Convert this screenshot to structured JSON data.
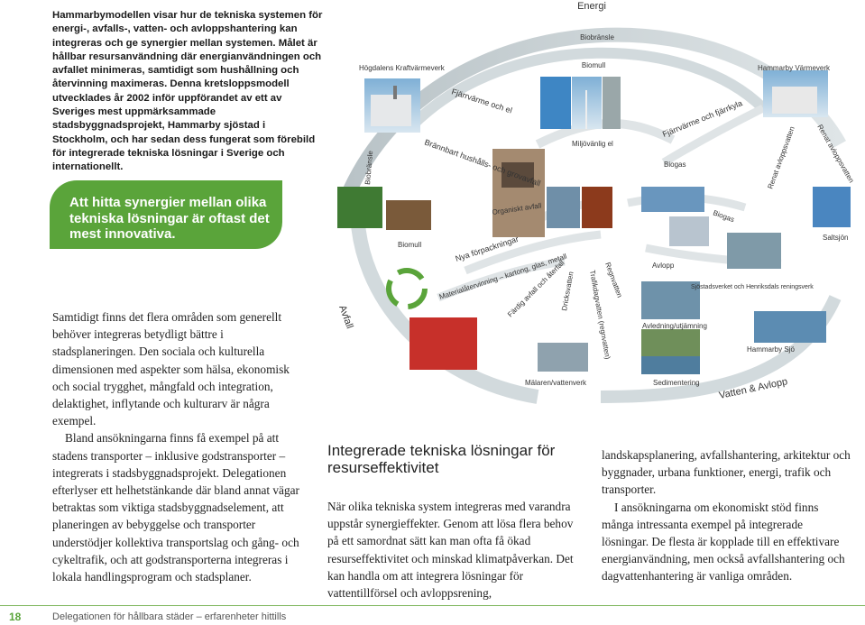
{
  "intro_text": "Hammarbymodellen visar hur de tekniska systemen för energi-, avfalls-, vatten- och avloppshantering kan integreras och ge synergier mellan systemen. Målet är hållbar resursanvändning där energianvändningen och avfallet minimeras, samtidigt som hushållning och återvinning maximeras. Denna kretsloppsmodell utvecklades år 2002 inför uppförandet av ett av Sveriges mest uppmärksammade stadsbyggnadsprojekt, Hammarby sjöstad i Stockholm, och har sedan dess fungerat som förebild för integrerade tekniska lösningar i Sverige och internationellt.",
  "callout": "Att hitta synergier mellan olika tekniska lösningar är oftast det mest innovativa.",
  "col1": {
    "p1": "Samtidigt finns det flera områden som generellt behöver integreras betydligt bättre i stadsplaneringen. Den sociala och kulturella dimensionen med aspekter som hälsa, ekonomisk och social trygghet, mångfald och integration, delaktighet, inflytande och kulturarv är några exempel.",
    "p2": "Bland ansökningarna finns få exempel på att stadens transporter – inklusive godstransporter – integrerats i stadsbyggnadsprojekt. Delegationen efterlyser ett helhetstänkande där bland annat vägar betraktas som viktiga stadsbyggnadselement, att planeringen av bebyggelse och transporter understödjer kollektiva transportslag och gång- och cykeltrafik, och att godstransporterna integreras i lokala handlingsprogram och stadsplaner."
  },
  "heading": "Integrerade tekniska lösningar för resurseffektivitet",
  "col2": "När olika tekniska system integreras med varandra uppstår synergieffekter. Genom att lösa flera behov på ett samordnat sätt kan man ofta få ökad resurseffektivitet och minskad klimatpåverkan. Det kan handla om att integrera lösningar för vattentillförsel och avloppsrening,",
  "col3": {
    "p1": "landskapsplanering, avfallshantering, arkitektur och byggnader, urbana funktioner, energi, trafik och transporter.",
    "p2": "I ansökningarna om ekonomiskt stöd finns många intressanta exempel på integrerade lösningar. De flesta är kopplade till en effektivare energianvändning, men också avfallshantering och dagvattenhantering är vanliga områden."
  },
  "diagram": {
    "energi": "Energi",
    "biobransle_top": "Biobränsle",
    "biomull_top": "Biomull",
    "hogdalens": "Högdalens Kraftvärmeverk",
    "hammarby_varmeverk": "Hammarby Värmeverk",
    "fjarrvarme_el": "Fjärrvärme och el",
    "brannbart": "Brännbart hushålls- och grovavfall",
    "miljovanlig_el": "Miljövänlig el",
    "fjarrvarme_fjarrkyla": "Fjärrvärme och fjärrkyla",
    "biogas_top": "Biogas",
    "renat1": "Renat avloppsvatten",
    "renat2": "Renat avloppsvatten",
    "biobransle_side": "Biobränsle",
    "organiskt": "Organiskt avfall",
    "biomull_mid": "Biomull",
    "nya_forpackningar": "Nya förpackningar",
    "biogas_mid": "Biogas",
    "saltsjon": "Saltsjön",
    "avlopp": "Avlopp",
    "sjostadsverket": "Sjöstadsverket och Henriksdals reningsverk",
    "materialatervinning": "Materialåtervinning – kartong, glas, metall",
    "fardig_avfall": "Färdig avfall och återfall",
    "dricksvatten": "Dricksvatten",
    "trafikdagvatten": "Trafikdagvatten (regnvatten)",
    "regnvatten": "Regnvatten",
    "avledning": "Avledning/utjämning",
    "avfall": "Avfall",
    "hammarby_sjo": "Hammarby Sjö",
    "malaren": "Mälaren/vattenverk",
    "sedimentering": "Sedimentering",
    "vatten_avlopp": "Vatten & Avlopp"
  },
  "colors": {
    "green": "#5aa43a",
    "arrow": "#c9d3d6",
    "arrow_dark": "#aeb9bd"
  },
  "footer": {
    "page": "18",
    "text": "Delegationen för hållbara städer – erfarenheter hittills"
  }
}
